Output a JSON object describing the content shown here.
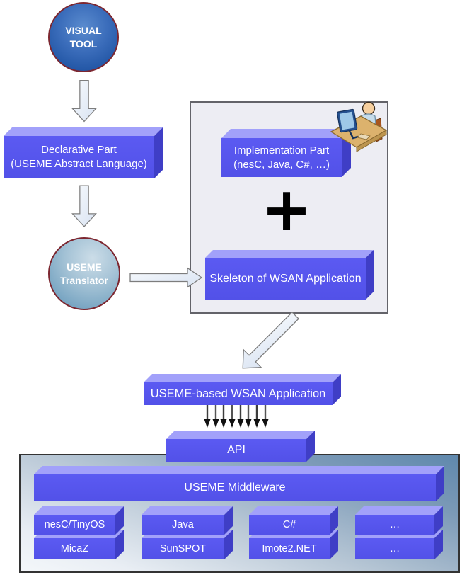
{
  "nodes": {
    "visual_tool": {
      "label": "VISUAL TOOL"
    },
    "declarative_part": {
      "line1": "Declarative Part",
      "line2": "(USEME Abstract Language)"
    },
    "useme_translator": {
      "label": "USEME Translator"
    },
    "implementation_part": {
      "line1": "Implementation Part",
      "line2": "(nesC, Java, C#, …)"
    },
    "plus_symbol": "+",
    "skeleton": {
      "label": "Skeleton of WSAN Application"
    },
    "useme_based_app": {
      "label": "USEME-based WSAN Application"
    },
    "api": {
      "label": "API"
    },
    "middleware": {
      "label": "USEME Middleware"
    },
    "platform_stacks": [
      {
        "language": "nesC/TinyOS",
        "platform": "MicaZ"
      },
      {
        "language": "Java",
        "platform": "SunSPOT"
      },
      {
        "language": "C#",
        "platform": "Imote2.NET"
      },
      {
        "language": "…",
        "platform": "…"
      }
    ]
  },
  "icons": {
    "developer_workstation": "person-at-computer-icon"
  },
  "colors": {
    "box_front": "#5756ee",
    "box_top": "#a2a1fa",
    "box_side": "#3f3ec6",
    "visual_tool_fill": "#2f62b0",
    "translator_fill": "#8fb4cc",
    "circle_border": "#7d2730",
    "panel_fill": "#ededf3",
    "panel_border": "#636369",
    "container_gradient_dark": "#5f88ad",
    "container_gradient_light": "#f4f7fa",
    "arrow_fill": "#e9effa",
    "arrow_border": "#7d7d7d",
    "flow_arrow_color": "#111111",
    "plus_color": "#000000",
    "label_color": "#ffffff"
  }
}
